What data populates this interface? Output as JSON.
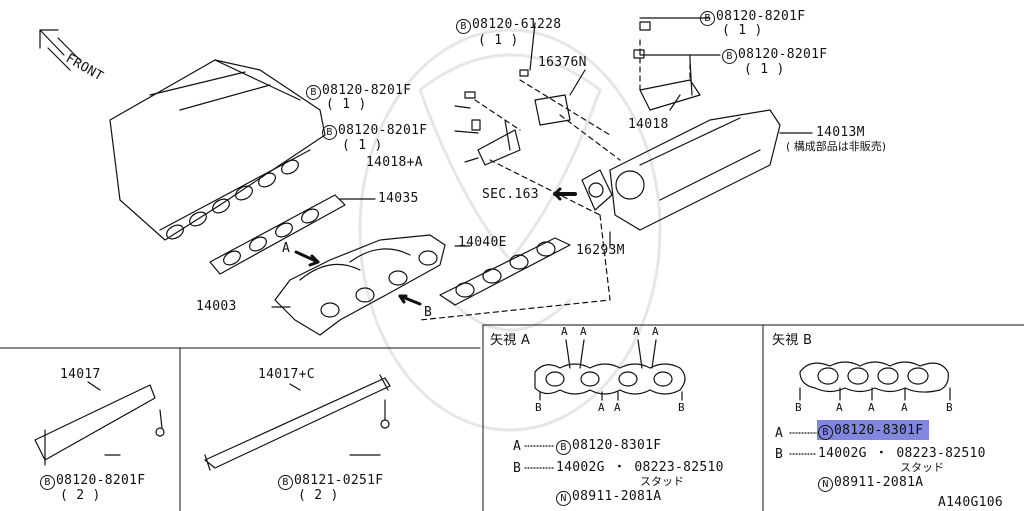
{
  "diagram": {
    "front_label": "FRONT",
    "parts": {
      "p_08120_61228": "08120-61228",
      "p_08120_61228_qty": "( 1 )",
      "p_16376N": "16376N",
      "p_top_8201f_a": "08120-8201F",
      "p_top_8201f_a_qty": "( 1 )",
      "p_top_8201f_b": "08120-8201F",
      "p_top_8201f_b_qty": "( 1 )",
      "p_left_8201f_a": "08120-8201F",
      "p_left_8201f_a_qty": "( 1 )",
      "p_left_8201f_b": "08120-8201F",
      "p_left_8201f_b_qty": "( 1 )",
      "p_14018": "14018",
      "p_14018A": "14018+A",
      "p_14013M": "14013M",
      "p_14013M_note": "( 構成部品は非販売)",
      "p_14035": "14035",
      "p_sec163": "SEC.163",
      "p_14040E": "14040E",
      "p_16293M": "16293M",
      "p_14003": "14003",
      "arrow_a": "A",
      "arrow_b": "B"
    },
    "bottom_left": {
      "p_14017": "14017",
      "p_8201f": "08120-8201F",
      "p_8201f_qty": "( 2 )",
      "p_14017C": "14017+C",
      "p_0251f": "08121-0251F",
      "p_0251f_qty": "( 2 )"
    },
    "view_a": {
      "title": "矢視 A",
      "top_labels": [
        "A",
        "A",
        "A",
        "A"
      ],
      "bottom_labels": [
        "B",
        "A",
        "A",
        "B"
      ],
      "legend_a_key": "A",
      "legend_a_val": "08120-8301F",
      "legend_b_key": "B",
      "legend_b_val": "14002G ・ 08223-82510",
      "legend_b_sub": "スタッド",
      "legend_n_val": "08911-2081A"
    },
    "view_b": {
      "title": "矢視 B",
      "bottom_labels": [
        "B",
        "A",
        "A",
        "A",
        "B"
      ],
      "legend_a_key": "A",
      "legend_a_val": "08120-8301F",
      "legend_b_key": "B",
      "legend_b_val": "14002G ・ 08223-82510",
      "legend_b_sub": "スタッド",
      "legend_n_val": "08911-2081A"
    },
    "bolt_symbol": "B",
    "nut_symbol": "N",
    "figure_code": "A140G106",
    "colors": {
      "line": "#111111",
      "highlight": "#6b72d8"
    }
  }
}
